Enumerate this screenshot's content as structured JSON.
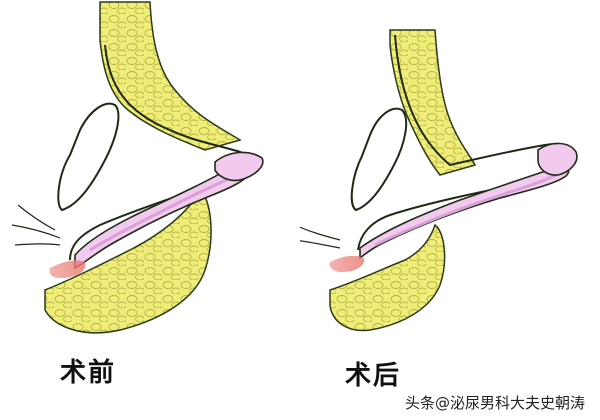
{
  "captions": {
    "before": "术前",
    "after": "术后"
  },
  "watermark": "头条@泌尿男科大夫史朝涛",
  "colors": {
    "fat": "#f0ee78",
    "fat_outline": "#2a3a18",
    "fat_dark": "#c9c44a",
    "shaft": "#f2c9ef",
    "shaft_stripe": "#d9a2d6",
    "bone": "#ffffff",
    "skin_line": "#1f2a16",
    "red_tint": "#e8756a"
  }
}
